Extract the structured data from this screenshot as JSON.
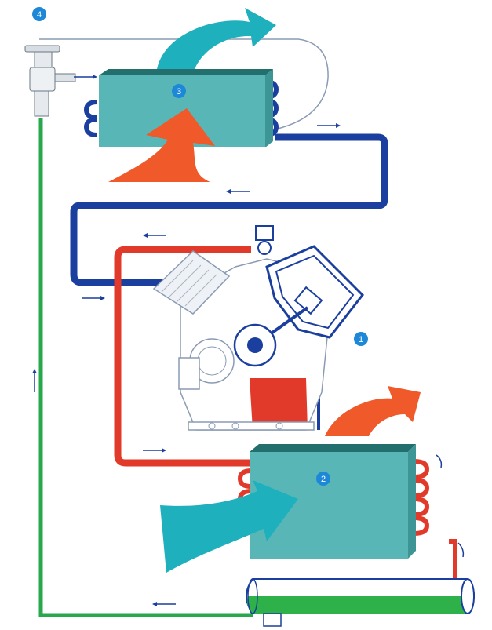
{
  "diagram": {
    "component_labels": [
      "4",
      "3",
      "1",
      "2"
    ],
    "colors": {
      "suction_line": "#1b3f9e",
      "discharge_line": "#e23a2a",
      "liquid_line": "#27a84a",
      "heat_exchanger_body": "#58b7b6",
      "heat_exchanger_top": "#236f6e",
      "cold_air_arrow": "#1fb0bd",
      "warm_air_arrow": "#f05a2a",
      "label_circle": "#1e88d8",
      "compressor_outline": "#1b3f9e",
      "receiver_liquid": "#2eb148"
    },
    "icons": [
      "expansion-valve-icon",
      "evaporator-icon",
      "compressor-icon",
      "condenser-icon",
      "receiver-icon",
      "flow-arrow-icon",
      "air-flow-arrow-icon"
    ]
  }
}
